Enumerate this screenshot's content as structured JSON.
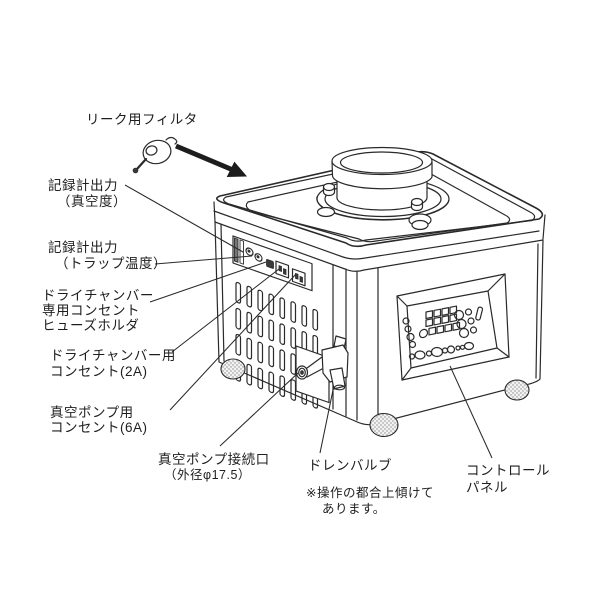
{
  "figure": {
    "background_color": "#ffffff",
    "ink_color": "#2a2a2a",
    "labels": {
      "leak_filter": {
        "text": "リーク用フィルタ"
      },
      "recorder_vacuum": {
        "line1": "記録計出力",
        "line2": "（真空度）"
      },
      "recorder_trap": {
        "line1": "記録計出力",
        "line2": "（トラップ温度）"
      },
      "dry_chamber_fuse": {
        "line1": "ドライチャンバー",
        "line2": "専用コンセント",
        "line3": "ヒューズホルダ"
      },
      "dry_chamber_outlet": {
        "line1": "ドライチャンバー用",
        "line2": "コンセント(2A)"
      },
      "vacuum_pump_outlet": {
        "line1": "真空ポンプ用",
        "line2": "コンセント(6A)"
      },
      "vacuum_pump_port": {
        "line1": "真空ポンプ接続口",
        "line2": "（外径φ17.5）"
      },
      "drain_valve": {
        "text": "ドレンバルブ"
      },
      "tilt_note": {
        "line1": "※操作の都合上傾けて",
        "line2": "あります。"
      },
      "control_panel": {
        "line1": "コントロール",
        "line2": "パネル"
      }
    }
  }
}
